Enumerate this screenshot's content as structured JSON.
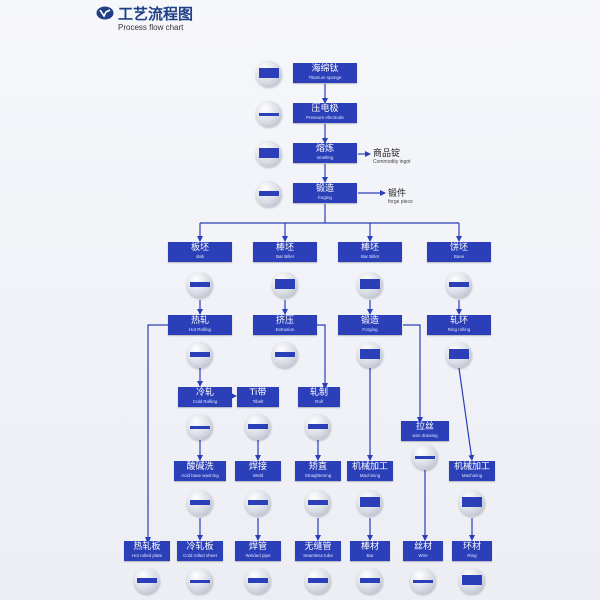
{
  "header": {
    "title_cn": "工艺流程图",
    "title_en": "Process flow chart"
  },
  "colors": {
    "box": "#2b3fb8",
    "line": "#2b3fb8",
    "title": "#1f3f86"
  },
  "top_steps": [
    {
      "cn": "海绵钛",
      "en": "Titanium sponge"
    },
    {
      "cn": "压电极",
      "en": "Pressure electrode"
    },
    {
      "cn": "熔炼",
      "en": "smelting"
    },
    {
      "cn": "锻造",
      "en": "forging"
    }
  ],
  "side_labels": [
    {
      "cn": "商品锭",
      "en": "Commodity ingot"
    },
    {
      "cn": "锻件",
      "en": "forge piece"
    }
  ],
  "blanks": [
    {
      "cn": "板坯",
      "en": "slab"
    },
    {
      "cn": "棒坯",
      "en": "Bar Billet"
    },
    {
      "cn": "棒坯",
      "en": "Bar Billet"
    },
    {
      "cn": "饼坯",
      "en": "Base"
    }
  ],
  "stage2": [
    {
      "cn": "热轧",
      "en": "Hot Rolling"
    },
    {
      "cn": "挤压",
      "en": "Extrusion"
    },
    {
      "cn": "锻造",
      "en": "Forging"
    },
    {
      "cn": "轧环",
      "en": "Ring rolling"
    }
  ],
  "stage3": [
    {
      "cn": "冷轧",
      "en": "Cold Rolling"
    },
    {
      "cn": "Ti带",
      "en": "Tibelt"
    },
    {
      "cn": "轧制",
      "en": "Roll"
    },
    {
      "cn": "拉丝",
      "en": "wire drawing"
    }
  ],
  "stage4": [
    {
      "cn": "酸碱洗",
      "en": "Acid base washing"
    },
    {
      "cn": "焊接",
      "en": "Weld"
    },
    {
      "cn": "矫直",
      "en": "Straightening"
    },
    {
      "cn": "机械加工",
      "en": "Machining"
    },
    {
      "cn": "机械加工",
      "en": "Machining"
    }
  ],
  "products": [
    {
      "cn": "热轧板",
      "en": "Hot rolled plate"
    },
    {
      "cn": "冷轧板",
      "en": "Cold rolled sheet"
    },
    {
      "cn": "焊管",
      "en": "Welded pipe"
    },
    {
      "cn": "无缝管",
      "en": "Seamless tube"
    },
    {
      "cn": "棒材",
      "en": "Bar"
    },
    {
      "cn": "丝材",
      "en": "Wire"
    },
    {
      "cn": "环材",
      "en": "Ring"
    }
  ]
}
